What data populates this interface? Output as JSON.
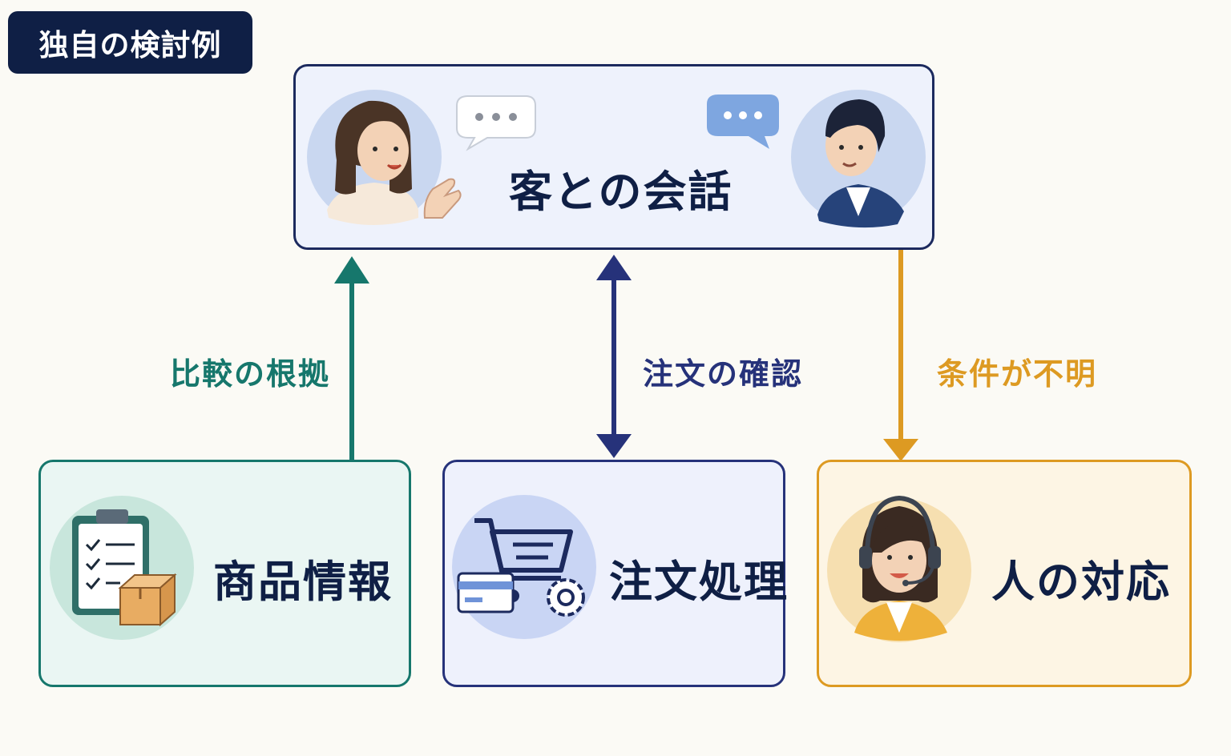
{
  "header": {
    "tag": "独自の検討例"
  },
  "nodes": {
    "conversation": "客との会話",
    "product": "商品情報",
    "order": "注文処理",
    "human": "人の対応"
  },
  "edges": {
    "comparison": "比較の根拠",
    "order_check": "注文の確認",
    "unclear": "条件が不明"
  },
  "colors": {
    "navy": "#0f1f45",
    "teal": "#16776c",
    "indigo": "#26327a",
    "amber": "#dd9a22"
  },
  "icons": [
    "woman-avatar-icon",
    "man-avatar-icon",
    "speech-bubble-icon",
    "clipboard-icon",
    "package-icon",
    "shopping-cart-icon",
    "credit-card-icon",
    "gear-icon",
    "support-agent-icon"
  ]
}
